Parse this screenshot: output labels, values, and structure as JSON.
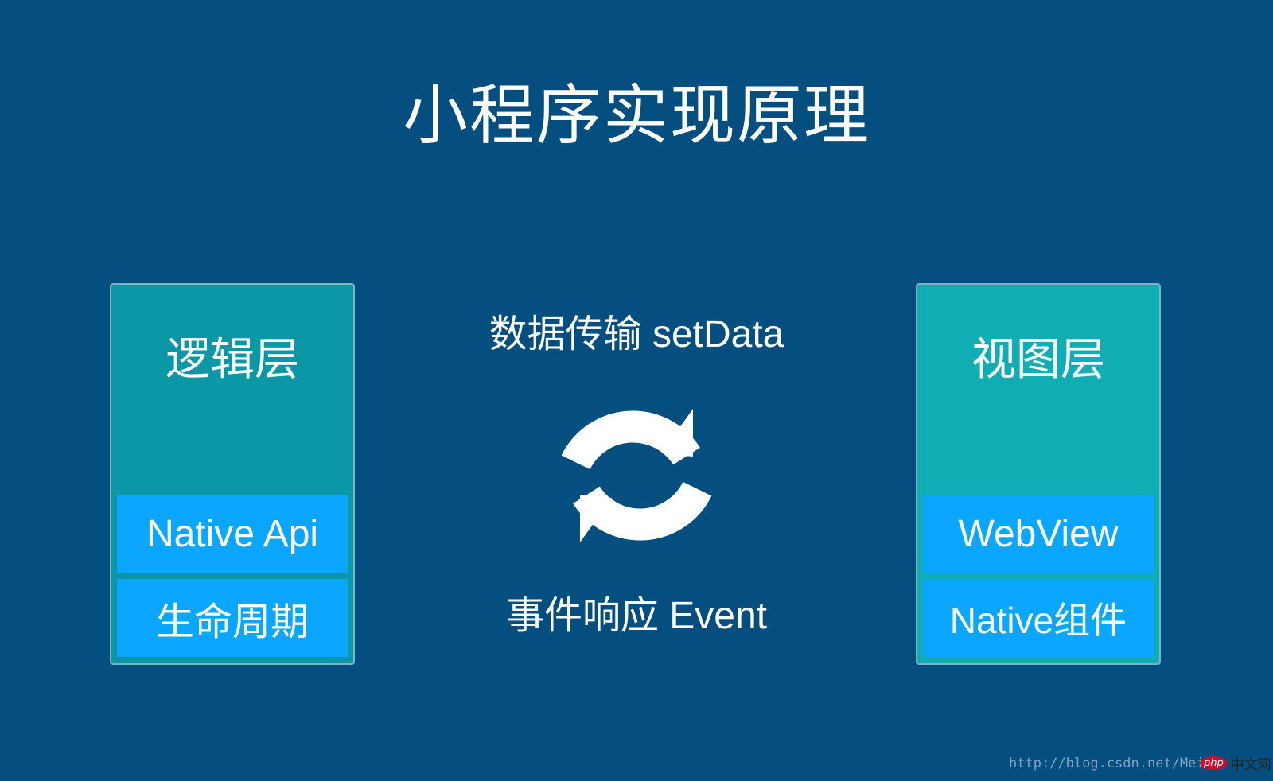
{
  "title": "小程序实现原理",
  "logic_layer": {
    "title": "逻辑层",
    "items": [
      "Native Api",
      "生命周期"
    ]
  },
  "view_layer": {
    "title": "视图层",
    "items": [
      "WebView",
      "Native组件"
    ]
  },
  "data_transfer_label": "数据传输 setData",
  "event_response_label": "事件响应 Event",
  "sync_icon": "sync-arrows-icon",
  "watermark": {
    "url": "http://blog.csdn.net/Mei",
    "logo_php": "php",
    "logo_text": "中文网"
  },
  "colors": {
    "background": "#044f80",
    "logic_layer": "#0b97a5",
    "view_layer": "#10aeb4",
    "sub_box": "#0aa6ff"
  }
}
